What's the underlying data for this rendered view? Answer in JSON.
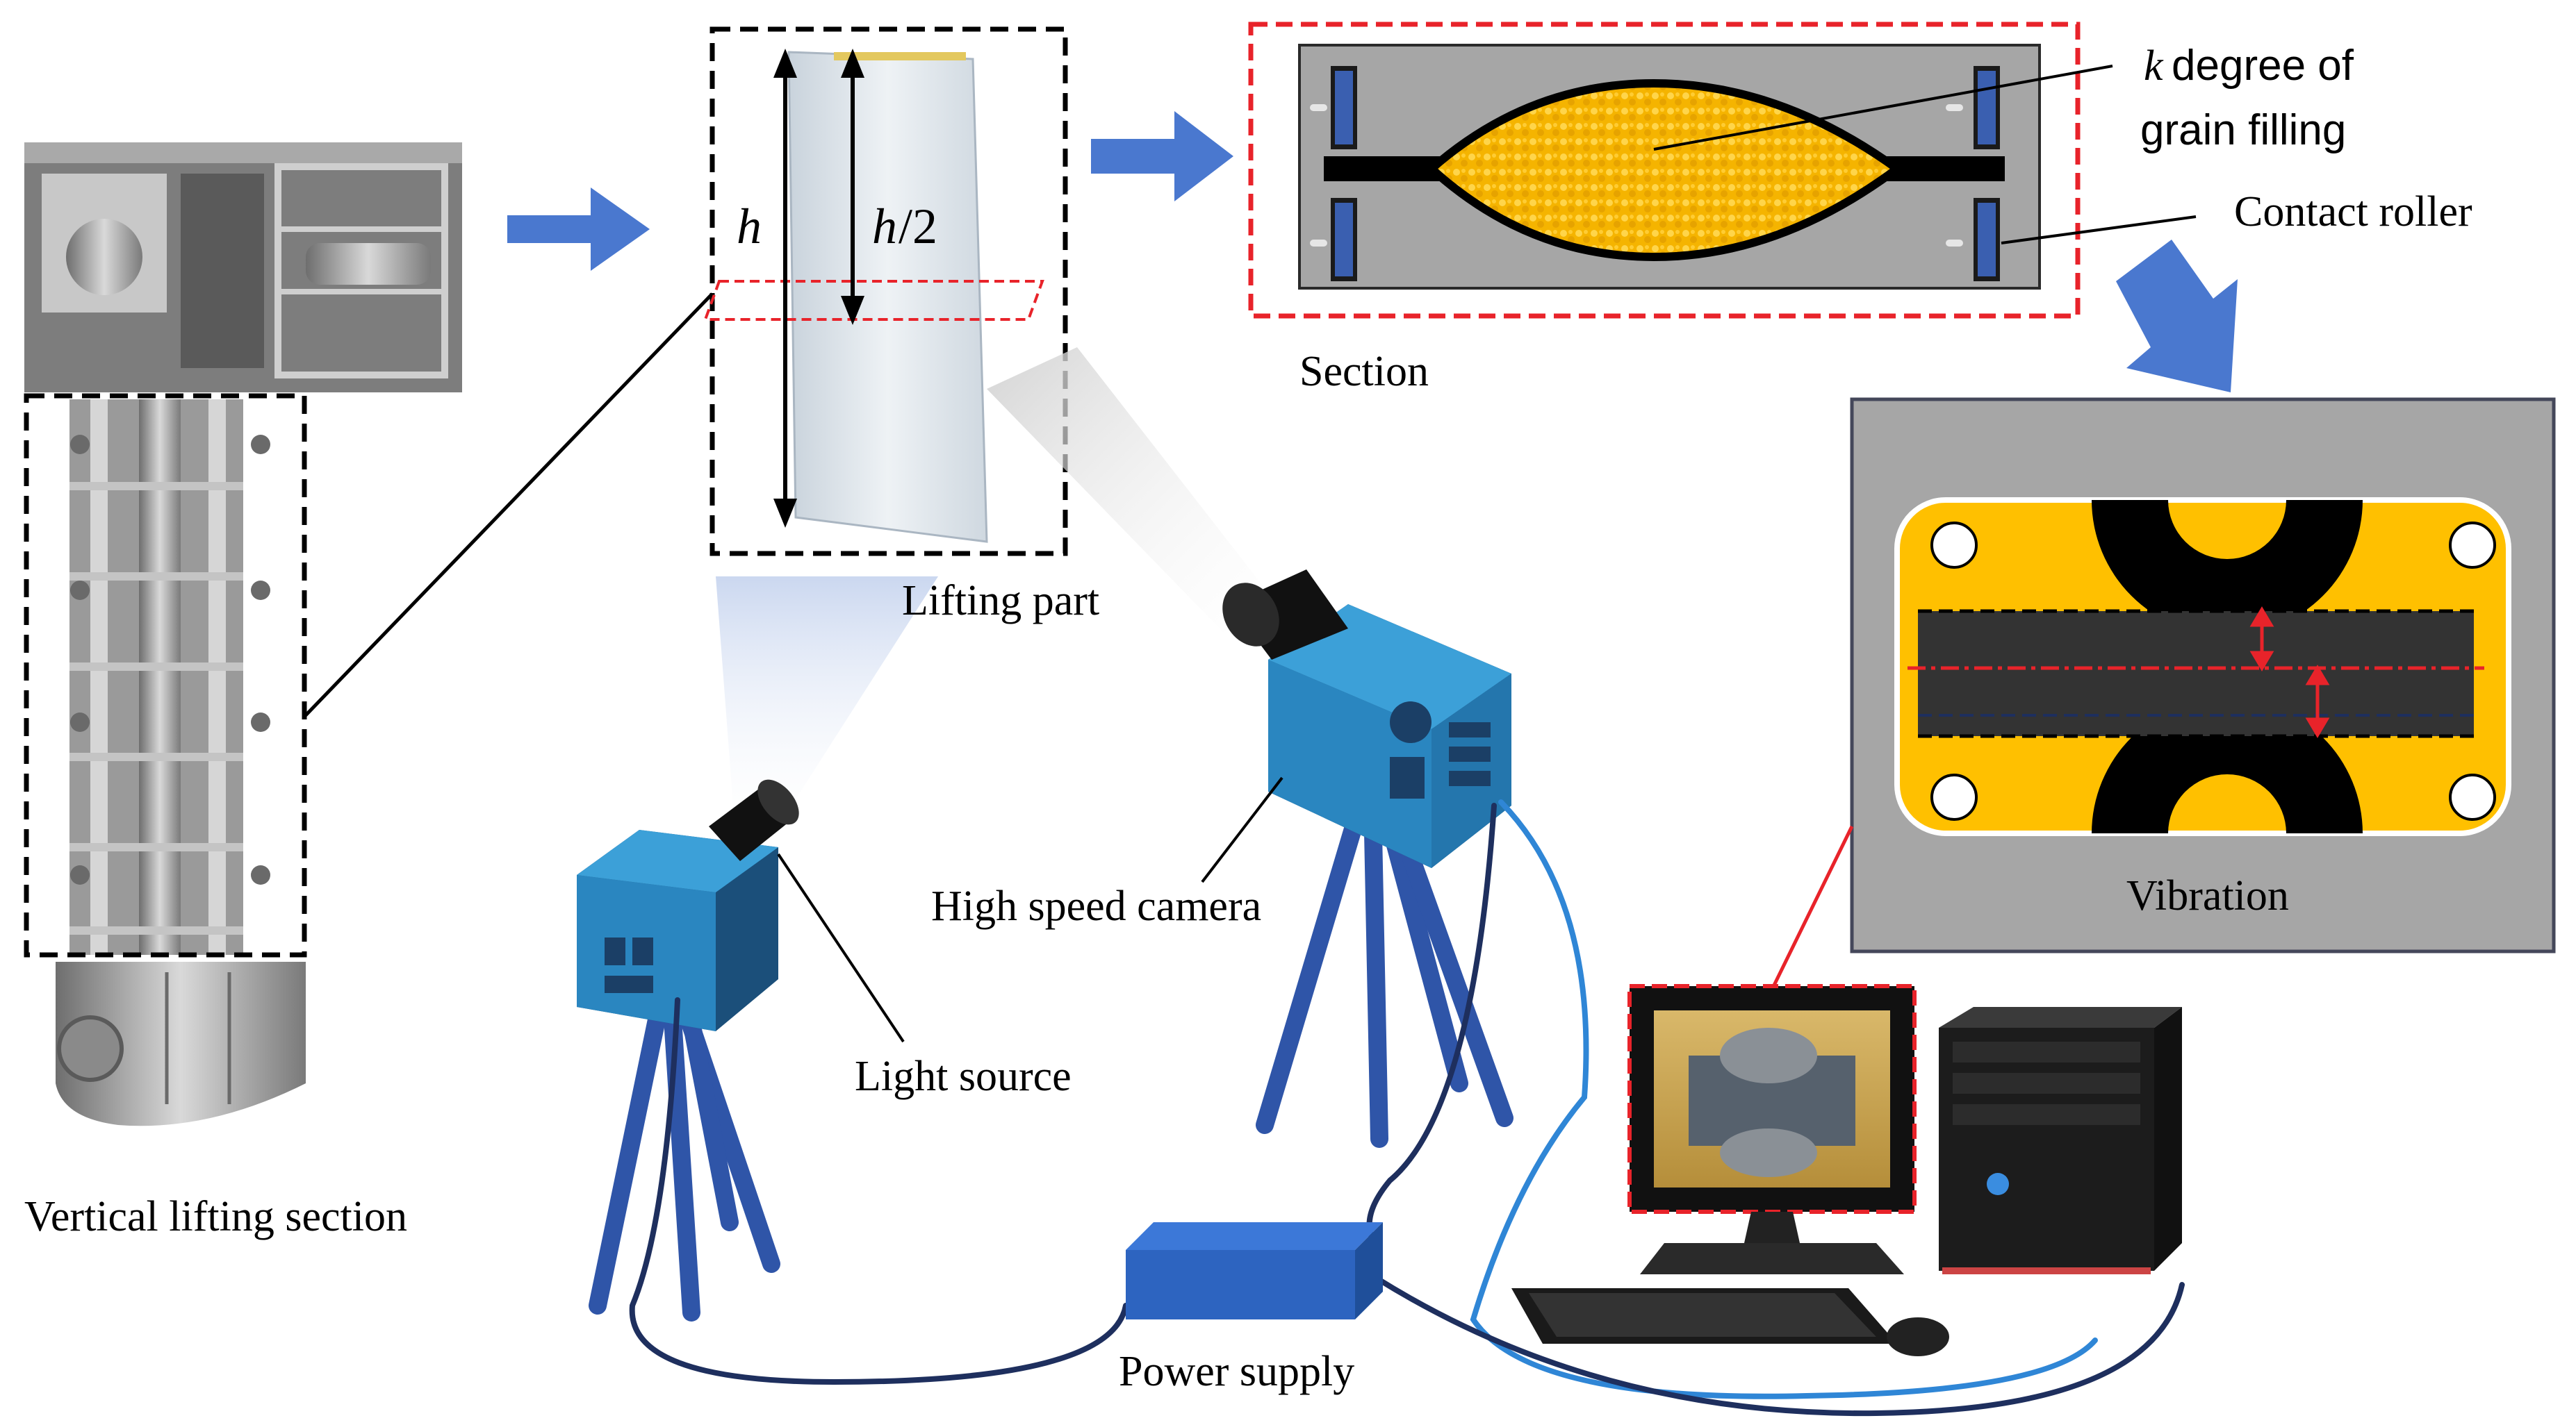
{
  "labels": {
    "vertical_lifting_section": "Vertical lifting section",
    "lifting_part": "Lifting part",
    "section": "Section",
    "k_symbol": "k",
    "k_degree_rest": " degree of",
    "grain_filling": "grain filling",
    "contact_roller": "Contact roller",
    "vibration": "Vibration",
    "high_speed_camera": "High speed camera",
    "light_source": "Light source",
    "power_supply": "Power supply",
    "h_symbol": "h",
    "h_half_symbol": "h",
    "h_half_suffix": "/2"
  },
  "colors": {
    "flow_arrow": "#4a78cf",
    "camera_blue": "#2a86c0",
    "tripod_blue": "#2f55a8",
    "grain_yellow": "#f5b400",
    "roller_blue": "#3a5fb0",
    "panel_grey": "#a6a6a6",
    "dashed_black": "#000000",
    "dashed_red": "#e8232a",
    "cable_dark": "#1e2f5e",
    "cable_light": "#2f86d6"
  },
  "icons": {
    "flow_arrows": "block-arrow-icon",
    "camera": "camera-icon",
    "light": "light-source-icon",
    "computer": "computer-icon",
    "power": "power-supply-icon"
  }
}
